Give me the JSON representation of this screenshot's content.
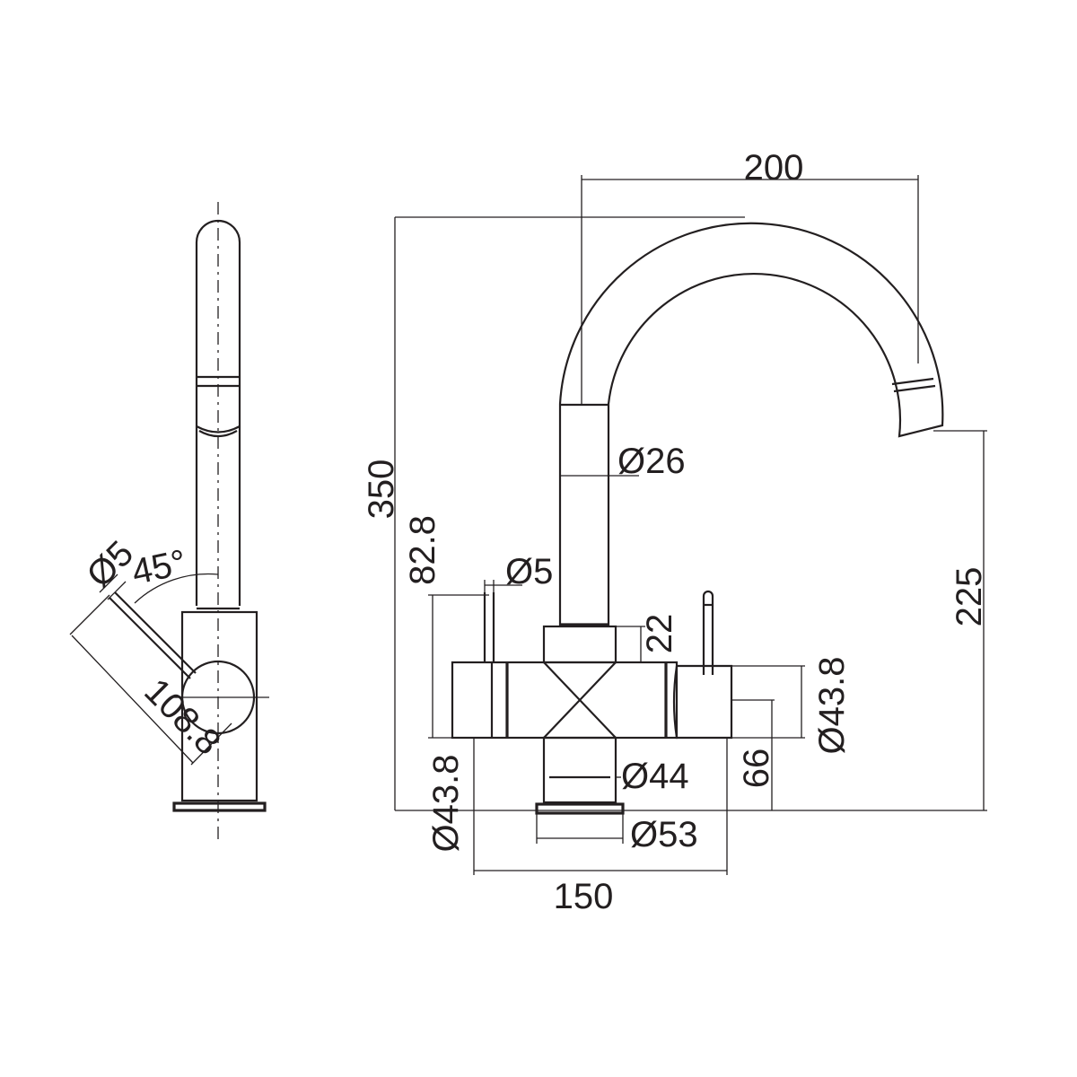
{
  "drawing": {
    "side_view": {
      "pin_diameter": "Ø5",
      "lever_angle": "45°",
      "lever_length": "108.8"
    },
    "front_view": {
      "spout_reach": "200",
      "overall_height": "350",
      "spout_diameter": "Ø26",
      "lever_height": "82.8",
      "pin_diameter": "Ø5",
      "top_collar_height": "22",
      "spout_outlet_height": "225",
      "right_body_diameter": "Ø43.8",
      "right_body_height": "66",
      "body_diameter": "Ø44",
      "left_body_diameter": "Ø43.8",
      "base_diameter": "Ø53",
      "body_width": "150"
    }
  }
}
